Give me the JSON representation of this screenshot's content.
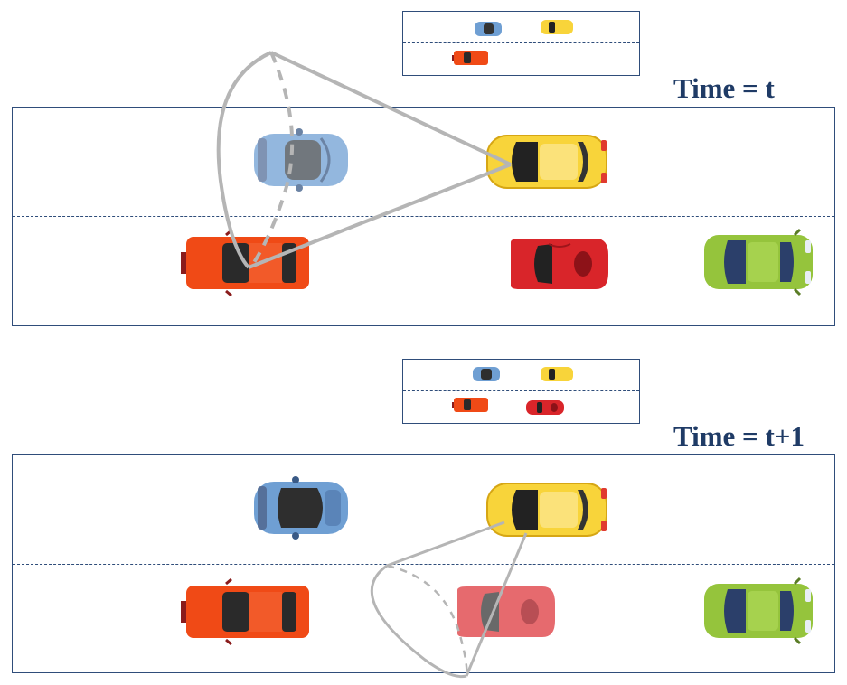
{
  "panels": [
    {
      "time_label": "Time = t",
      "vehicles": [
        {
          "id": "blue-car",
          "color": "#6f9fd3",
          "faded": true
        },
        {
          "id": "yellow-car",
          "color": "#f8d43a",
          "faded": false
        },
        {
          "id": "orange-car",
          "color": "#f04a16",
          "faded": false
        },
        {
          "id": "red-car",
          "color": "#d9252a",
          "faded": false
        },
        {
          "id": "green-car",
          "color": "#95c43c",
          "faded": false
        }
      ],
      "minimap_vehicles": [
        "blue-car",
        "yellow-car",
        "orange-car"
      ]
    },
    {
      "time_label": "Time = t+1",
      "vehicles": [
        {
          "id": "blue-car",
          "color": "#6f9fd3",
          "faded": false
        },
        {
          "id": "yellow-car",
          "color": "#f8d43a",
          "faded": false
        },
        {
          "id": "orange-car",
          "color": "#f04a16",
          "faded": false
        },
        {
          "id": "red-car",
          "color": "#d9252a",
          "faded": true
        },
        {
          "id": "green-car",
          "color": "#95c43c",
          "faded": false
        }
      ],
      "minimap_vehicles": [
        "blue-car",
        "yellow-car",
        "orange-car",
        "red-car"
      ]
    }
  ],
  "colors": {
    "lane_border": "#2f4d7a",
    "label": "#1f3b66",
    "attention_cone": "#b5b5b5"
  }
}
